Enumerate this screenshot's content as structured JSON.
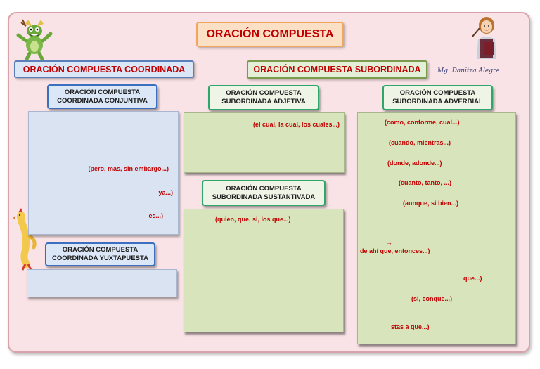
{
  "title": "ORACIÓN COMPUESTA",
  "author": "Mg. Danitza Alegre",
  "coordinada": {
    "header": "ORACIÓN COMPUESTA COORDINADA",
    "conjuntiva": {
      "line1": "ORACIÓN COMPUESTA",
      "line2": "COORDINADA CONJUNTIVA",
      "items": [
        "(pero, mas, sin embargo...)",
        "ya...)",
        "es...)"
      ]
    },
    "yuxtapuesta": {
      "line1": "ORACIÓN COMPUESTA",
      "line2": "COORDINADA YUXTAPUESTA"
    }
  },
  "subordinada": {
    "header": "ORACIÓN COMPUESTA SUBORDINADA",
    "adjetiva": {
      "line1": "ORACIÓN COMPUESTA",
      "line2": "SUBORDINADA ADJETIVA",
      "items": [
        "(el cual, la cual, los cuales...)"
      ]
    },
    "sustantiva": {
      "line1": "ORACIÓN COMPUESTA",
      "line2": "SUBORDINADA SUSTANTIVADA",
      "items": [
        "(quien, que, si, los que...)"
      ]
    },
    "adverbial": {
      "line1": "ORACIÓN COMPUESTA",
      "line2": "SUBORDINADA ADVERBIAL",
      "items": [
        "(como, conforme, cual...)",
        "(cuando, mientras...)",
        "(donde, adonde...)",
        "(cuanto, tanto, ...)",
        "(aunque, si bien...)",
        "→",
        "de ahí que, entonces...)",
        "que...)",
        "(si, conque...)",
        "stas a que...)"
      ]
    }
  },
  "colors": {
    "accent_red": "#c00000",
    "board_bg": "#f9e3e6",
    "blue_panel": "#dae3f1",
    "green_panel": "#d8e4bc"
  },
  "images": [
    "dragon-mascot",
    "teacher-avatar",
    "rubber-chicken"
  ]
}
